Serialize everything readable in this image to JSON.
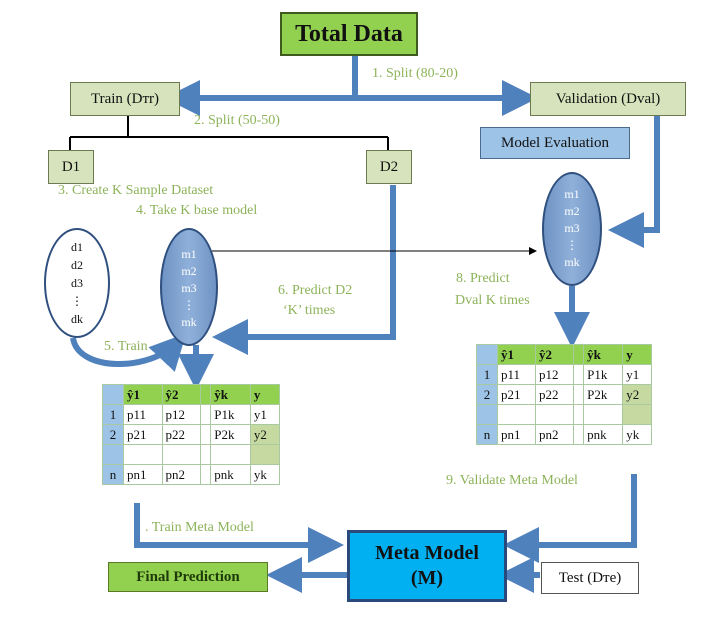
{
  "nodes": {
    "total_data": "Total Data",
    "train": "Train (Dтr)",
    "validation": "Validation (Dval)",
    "model_evaluation": "Model Evaluation",
    "d1": "D1",
    "d2": "D2",
    "meta_model_line1": "Meta Model",
    "meta_model_line2": "(M)",
    "final_prediction": "Final Prediction",
    "test": "Test (Dтe)"
  },
  "steps": {
    "s1": "1. Split (80-20)",
    "s2": "2. Split (50-50)",
    "s3": "3. Create K Sample Dataset",
    "s4": "4. Take K base model",
    "s5": "5. Train",
    "s6a": "6. Predict D2",
    "s6b": "‘K’ times",
    "s7": ". Train Meta Model",
    "s8a": "8. Predict",
    "s8b": "Dval K times",
    "s9": "9. Validate Meta Model"
  },
  "datasets": [
    "d1",
    "d2",
    "d3",
    "⋮",
    "dk"
  ],
  "models": [
    "m1",
    "m2",
    "m3",
    "⋮",
    "mk"
  ],
  "table": {
    "headers": [
      "ŷ1",
      "ŷ2",
      "ŷk",
      "y"
    ],
    "rows": [
      {
        "idx": "1",
        "c1": "p11",
        "c2": "p12",
        "ck": "P1k",
        "y": "y1"
      },
      {
        "idx": "2",
        "c1": "p21",
        "c2": "p22",
        "ck": "P2k",
        "y": "y2"
      },
      {
        "idx": "n",
        "c1": "pn1",
        "c2": "pn2",
        "ck": "pnk",
        "y": "yk"
      }
    ]
  },
  "colors": {
    "arrow": "#4f81bd",
    "green_label": "#8db35a",
    "meta_model_fill": "#00b0f0",
    "total_fill": "#92d050"
  }
}
